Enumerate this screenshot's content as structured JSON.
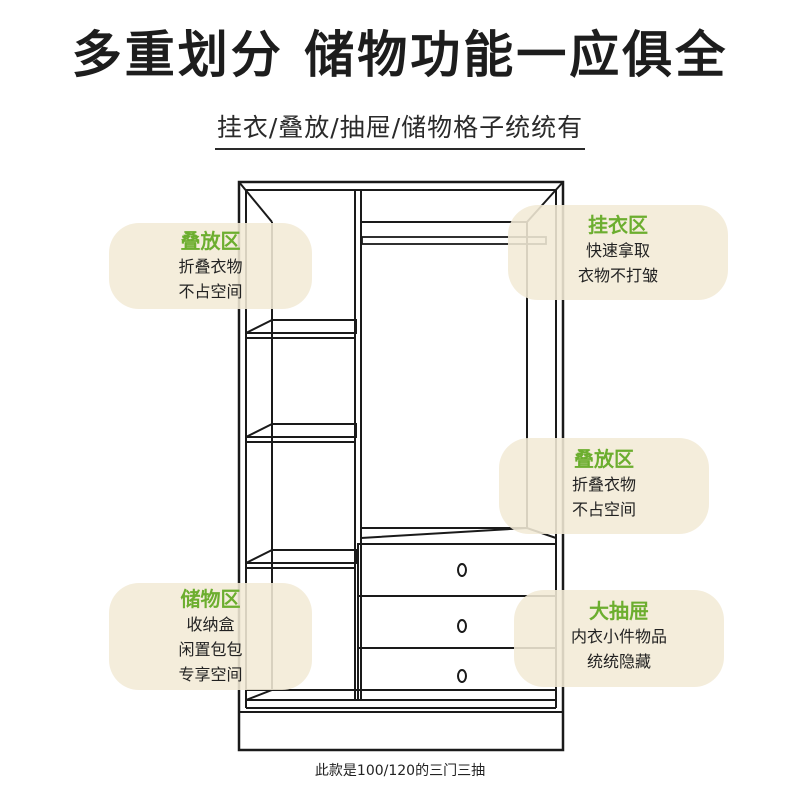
{
  "headline": "多重划分 储物功能一应俱全",
  "subline": "挂衣/叠放/抽屉/储物格子统统有",
  "callouts": {
    "fold_left": {
      "title": "叠放区",
      "lines": [
        "折叠衣物",
        "不占空间"
      ]
    },
    "hang": {
      "title": "挂衣区",
      "lines": [
        "快速拿取",
        "衣物不打皱"
      ]
    },
    "fold_right": {
      "title": "叠放区",
      "lines": [
        "折叠衣物",
        "不占空间"
      ]
    },
    "storage": {
      "title": "储物区",
      "lines": [
        "收纳盒",
        "闲置包包",
        "专享空间"
      ]
    },
    "drawer": {
      "title": "大抽屉",
      "lines": [
        "内衣小件物品",
        "统统隐藏"
      ]
    }
  },
  "footnote": "此款是100/120的三门三抽",
  "colors": {
    "title_green": "#6cae2f",
    "callout_bg": "#f3ebd6",
    "line": "#1a1a1a"
  }
}
